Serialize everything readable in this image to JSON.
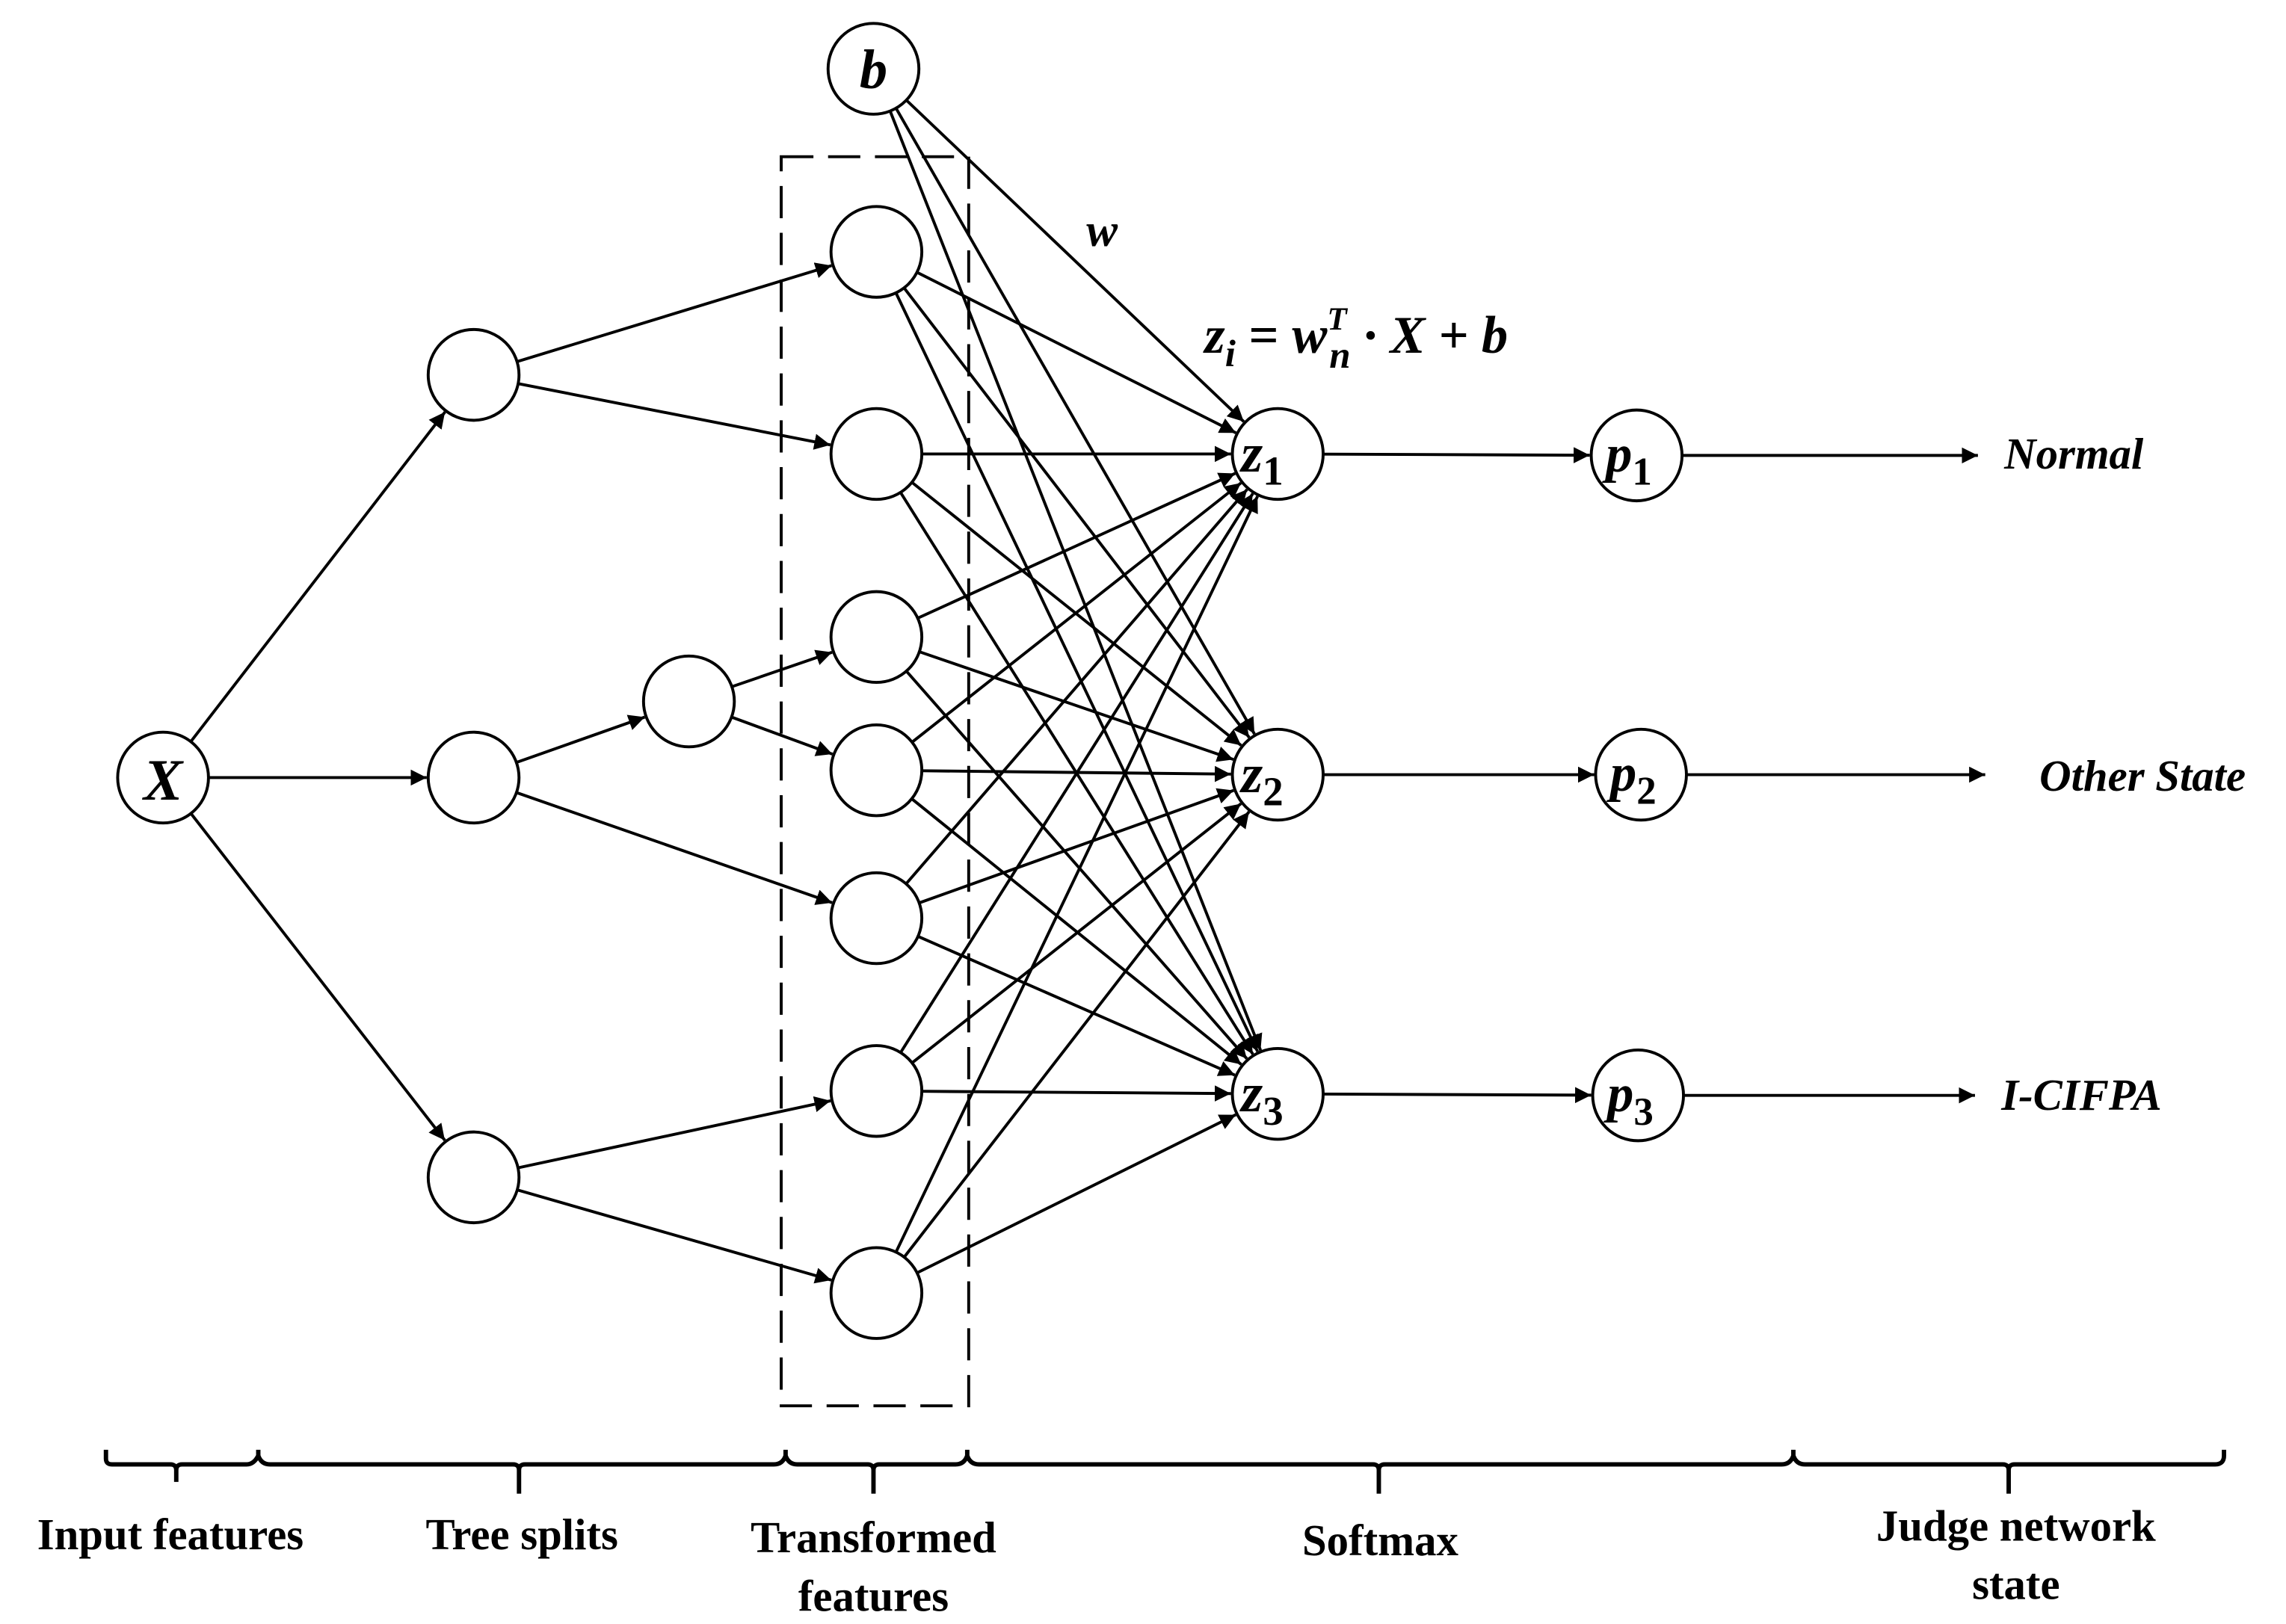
{
  "nodes": {
    "input": "X",
    "bias": "b",
    "z": [
      {
        "base": "z",
        "sub": "1"
      },
      {
        "base": "z",
        "sub": "2"
      },
      {
        "base": "z",
        "sub": "3"
      }
    ],
    "p": [
      {
        "base": "p",
        "sub": "1"
      },
      {
        "base": "p",
        "sub": "2"
      },
      {
        "base": "p",
        "sub": "3"
      }
    ]
  },
  "weight_label": "w",
  "formula": {
    "z": "z",
    "z_sub": "i",
    "equals": " = ",
    "w": "w",
    "w_sup": "T",
    "w_sub": "n",
    "rest": " · X + b"
  },
  "outputs": [
    "Normal",
    "Other State",
    "I-CIFPA"
  ],
  "stages": {
    "input_features": "Input features",
    "tree_splits": "Tree splits",
    "transformed_line1": "Transformed",
    "transformed_line2": "features",
    "softmax": "Softmax",
    "judge_line1": "Judge network",
    "judge_line2": "state"
  },
  "colors": {
    "stroke": "#000000",
    "background": "#ffffff"
  }
}
